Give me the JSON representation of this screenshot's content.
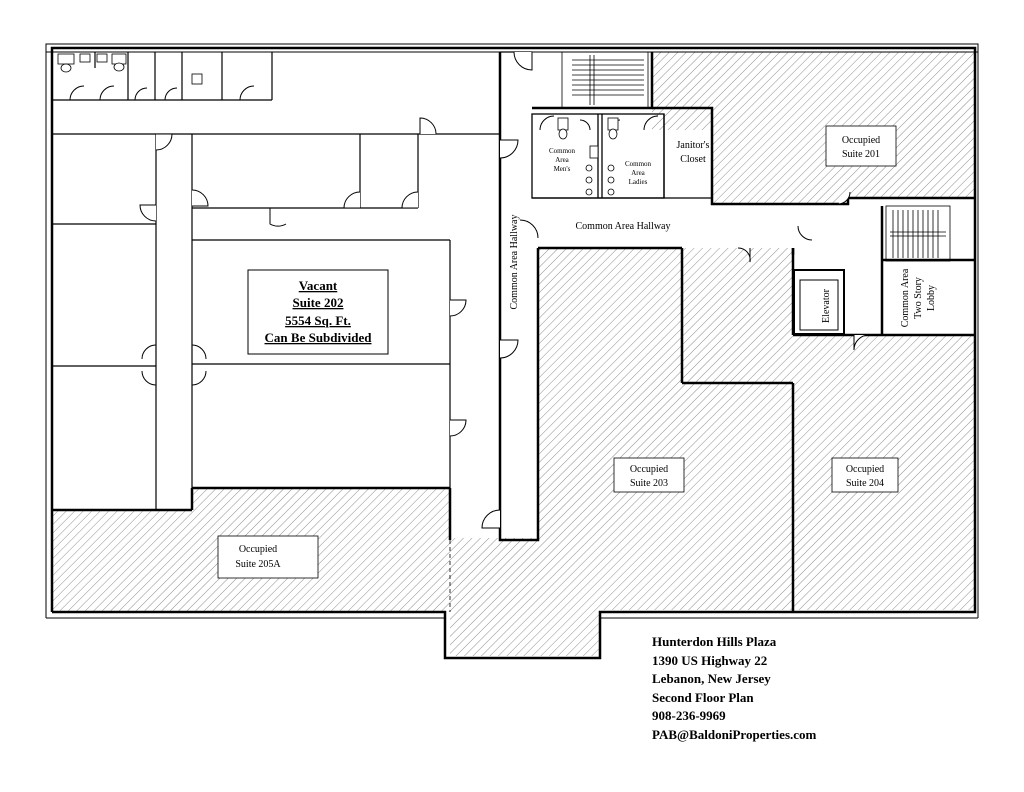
{
  "rooms": {
    "suite_201": {
      "status": "Occupied",
      "name": "Suite 201"
    },
    "suite_203": {
      "status": "Occupied",
      "name": "Suite 203"
    },
    "suite_204": {
      "status": "Occupied",
      "name": "Suite 204"
    },
    "suite_205a": {
      "status": "Occupied",
      "name": "Suite 205A"
    },
    "suite_202": {
      "status": "Vacant",
      "name": "Suite 202",
      "area": "5554 Sq. Ft.",
      "note": "Can Be Subdivided"
    },
    "hallway_horizontal": "Common Area Hallway",
    "hallway_vertical": "Common Area Hallway",
    "mens": [
      "Common",
      "Area",
      "Men's"
    ],
    "ladies": [
      "Common",
      "Area",
      "Ladies"
    ],
    "janitor": [
      "Janitor's",
      "Closet"
    ],
    "elevator": "Elevator",
    "lobby": [
      "Common Area",
      "Two Story",
      "Lobby"
    ]
  },
  "info": {
    "name": "Hunterdon Hills Plaza",
    "address": "1390 US Highway 22",
    "city": "Lebanon, New Jersey",
    "plan": "Second Floor Plan",
    "phone": "908-236-9969",
    "email": "PAB@BaldoniProperties.com"
  }
}
